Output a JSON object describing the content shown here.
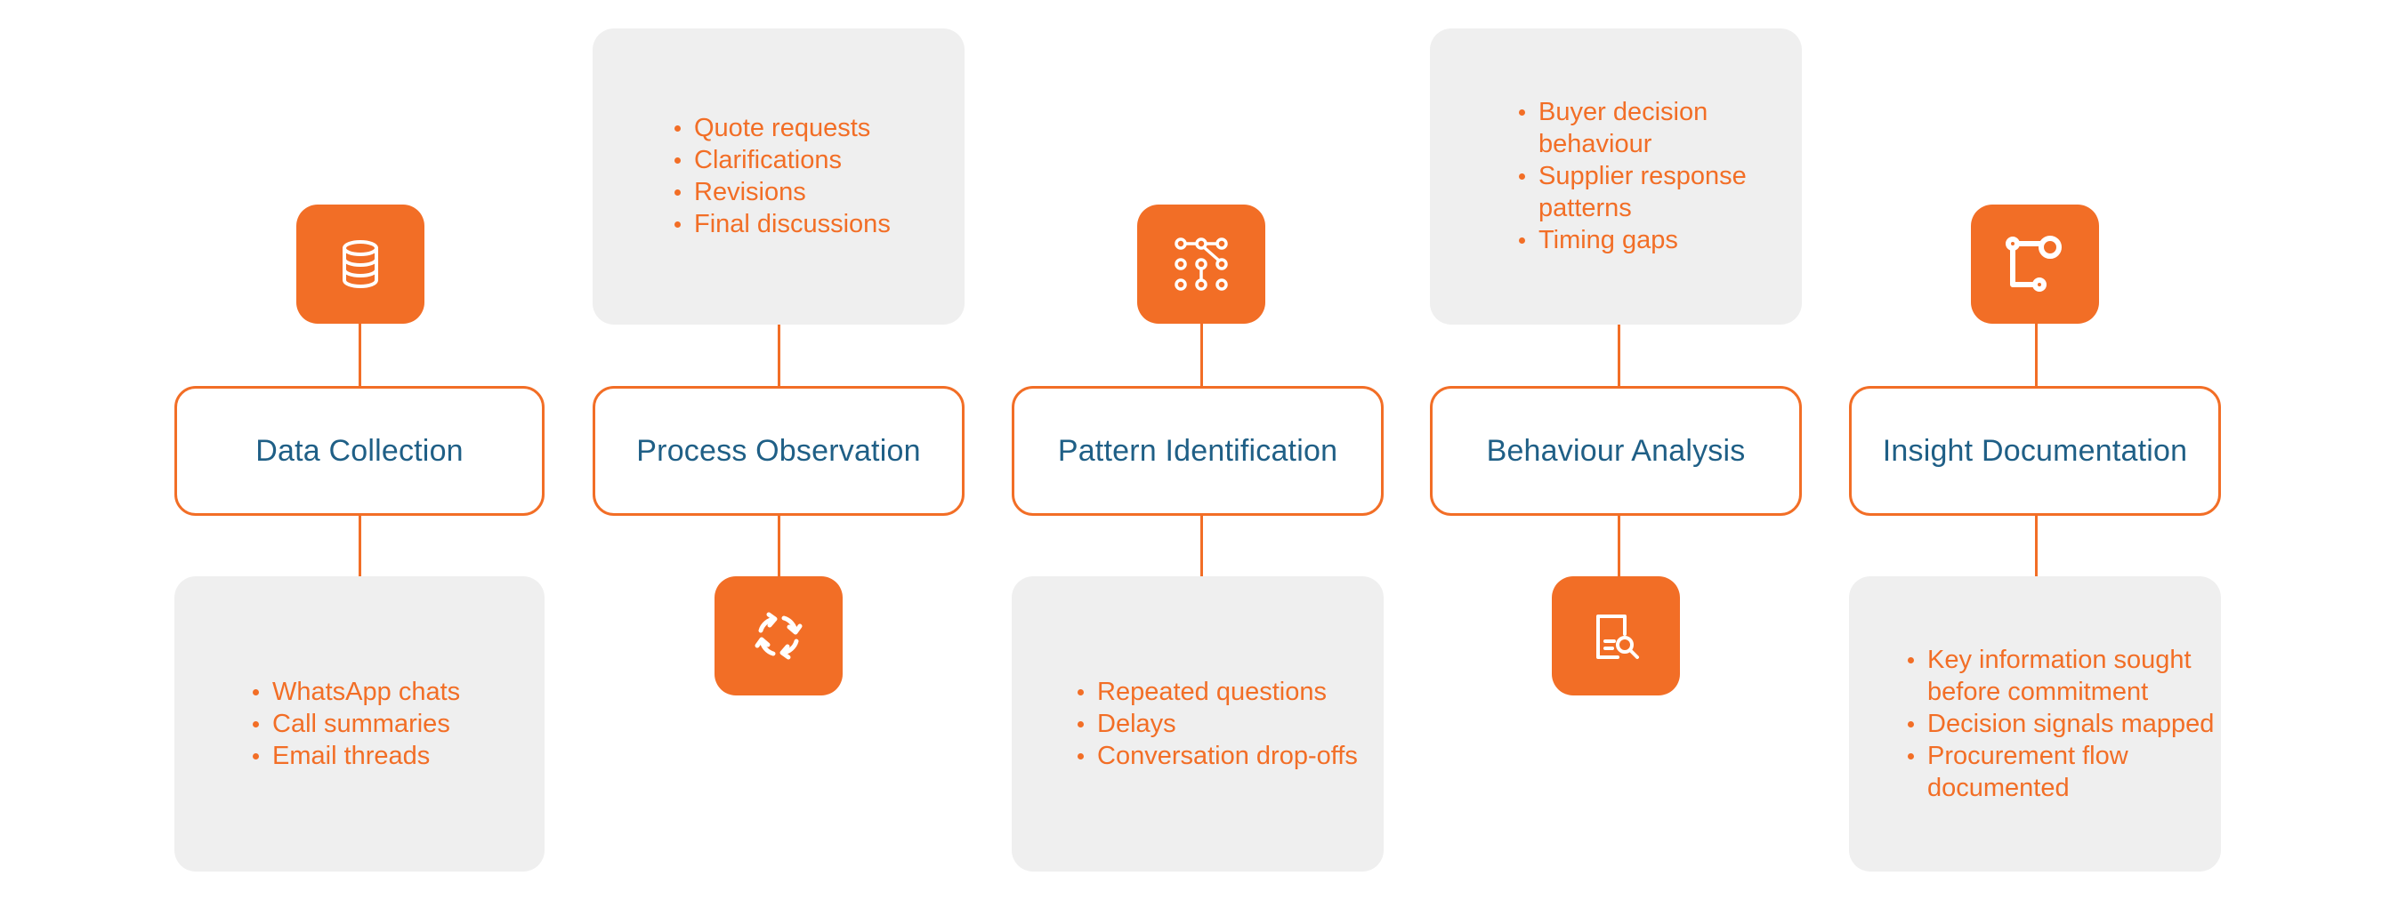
{
  "colors": {
    "accent": "#f26e26",
    "stage_text": "#1f5f86",
    "card_bg": "#efefef"
  },
  "stages": [
    {
      "label": "Data Collection",
      "icon": "database-icon",
      "points": [
        "WhatsApp chats",
        "Call summaries",
        "Email threads"
      ]
    },
    {
      "label": "Process Observation",
      "icon": "refresh-arrows-icon",
      "points": [
        "Quote requests",
        "Clarifications",
        "Revisions",
        "Final discussions"
      ]
    },
    {
      "label": "Pattern Identification",
      "icon": "pattern-nodes-icon",
      "points": [
        "Repeated questions",
        "Delays",
        "Conversation drop-offs"
      ]
    },
    {
      "label": "Behaviour Analysis",
      "icon": "document-search-icon",
      "points": [
        "Buyer decision behaviour",
        "Supplier response patterns",
        "Timing gaps"
      ]
    },
    {
      "label": "Insight Documentation",
      "icon": "flow-branch-icon",
      "points": [
        "Key information sought before commitment",
        "Decision signals mapped",
        "Procurement flow documented"
      ]
    }
  ]
}
